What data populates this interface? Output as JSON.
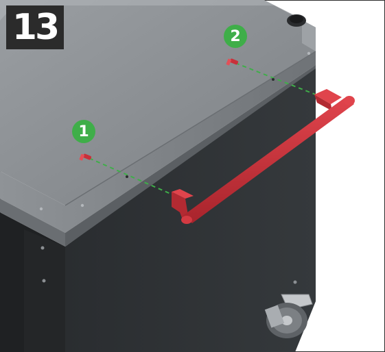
{
  "step": {
    "number": "13"
  },
  "callouts": [
    {
      "label": "1"
    },
    {
      "label": "2"
    }
  ],
  "colors": {
    "handle": "#c8303a",
    "guide_line": "#3fae49",
    "marker": "#3fae49",
    "cabinet_body": "#2e3134",
    "top_surface": "#8a8e92",
    "badge": "#2b2b2b"
  },
  "icons": [
    "screw-icon",
    "handle-bar-icon",
    "caster-wheel-icon"
  ]
}
